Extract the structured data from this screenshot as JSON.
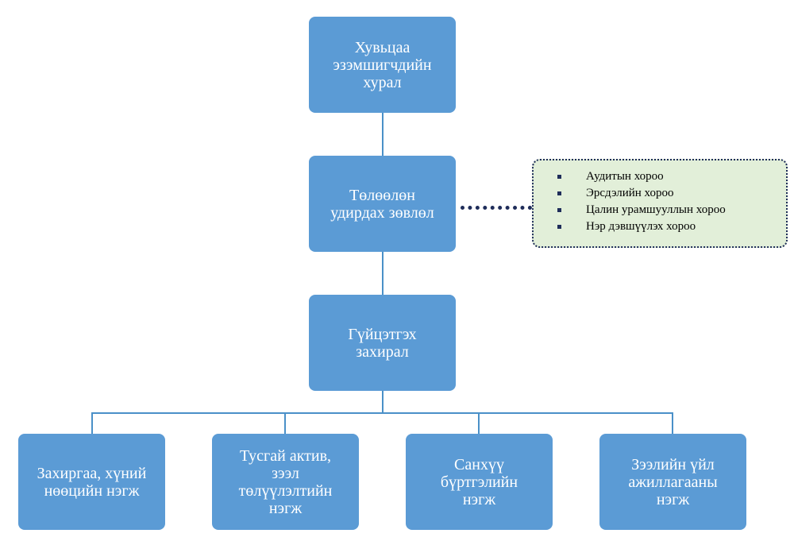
{
  "nodes": {
    "shareholders_meeting": "Хувьцаа\nэзэмшигчдийн\nхурал",
    "board_of_directors": "Төлөөлөн\nудирдах зөвлөл",
    "ceo": "Гүйцэтгэх\nзахирал",
    "admin_hr_unit": "Захиргаа, хүний\nнөөцийн нэгж",
    "special_assets_unit": "Тусгай актив,\nзээл\nтөлүүлэлтийн\nнэгж",
    "accounting_unit": "Санхүү\nбүртгэлийн\nнэгж",
    "loan_operations_unit": "Зээлийн үйл\nажиллагааны\nнэгж"
  },
  "committees": [
    "Аудитын хороо",
    "Эрсдэлийн хороо",
    "Цалин урамшууллын хороо",
    "Нэр дэвшүүлэх хороо"
  ]
}
